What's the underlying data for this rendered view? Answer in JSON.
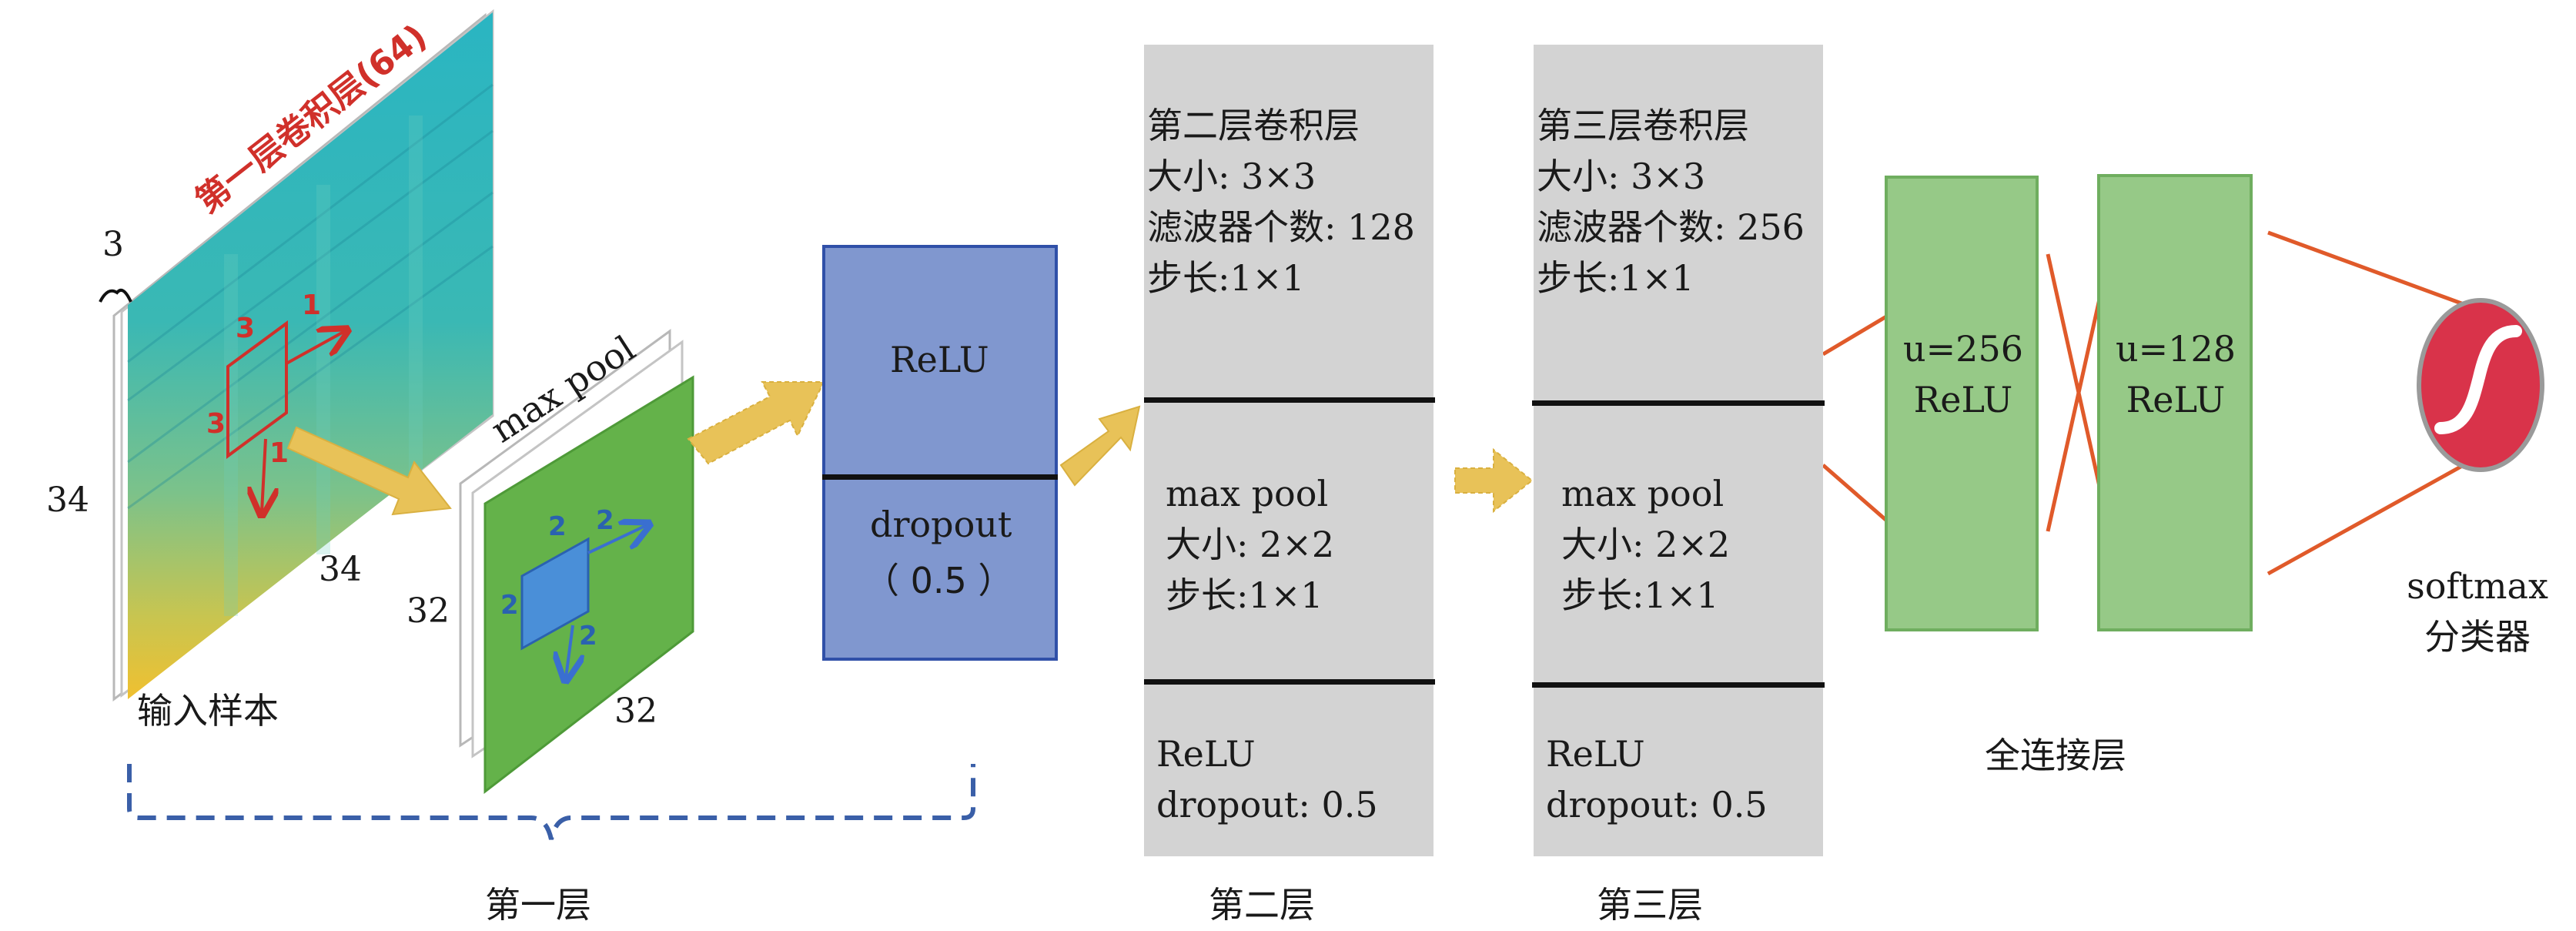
{
  "layer1": {
    "conv_label": "第一层卷积层(64)",
    "depth": "3",
    "height": "34",
    "width": "34",
    "kernel_h": "3",
    "kernel_w": "3",
    "stride_h": "1",
    "stride_w": "1",
    "input_label": "输入样本",
    "pool_label": "max pool",
    "pool_h": "32",
    "pool_w": "32",
    "pool_kernel_h": "2",
    "pool_kernel_w": "2",
    "pool_stride_h": "2",
    "pool_stride_w": "2",
    "relu": "ReLU",
    "dropout": "dropout",
    "dropout_rate": "（ 0.5 ）",
    "caption": "第一层"
  },
  "layer2": {
    "conv_lines": [
      "第二层卷积层",
      "大小: 3×3",
      "滤波器个数: 128",
      "步长:1×1"
    ],
    "pool_lines": [
      "max pool",
      "大小: 2×2",
      "步长:1×1"
    ],
    "act_lines": [
      "ReLU",
      "dropout: 0.5"
    ],
    "caption": "第二层"
  },
  "layer3": {
    "conv_lines": [
      "第三层卷积层",
      "大小: 3×3",
      "滤波器个数: 256",
      "步长:1×1"
    ],
    "pool_lines": [
      "max pool",
      "大小: 2×2",
      "步长:1×1"
    ],
    "act_lines": [
      "ReLU",
      "dropout: 0.5"
    ],
    "caption": "第三层"
  },
  "fc": {
    "layer1_lines": [
      "u=256",
      "ReLU"
    ],
    "layer2_lines": [
      "u=128",
      "ReLU"
    ],
    "caption": "全连接层"
  },
  "softmax": {
    "lines": [
      "softmax",
      "分类器"
    ]
  },
  "colors": {
    "arrow": "#e8c258",
    "conv_block": "#d3d3d3",
    "relu_block": "#8097cf",
    "fc_block": "#96c987",
    "red": "#c8342e",
    "brace": "#3a5fa8",
    "softmax": "#d9334a"
  }
}
